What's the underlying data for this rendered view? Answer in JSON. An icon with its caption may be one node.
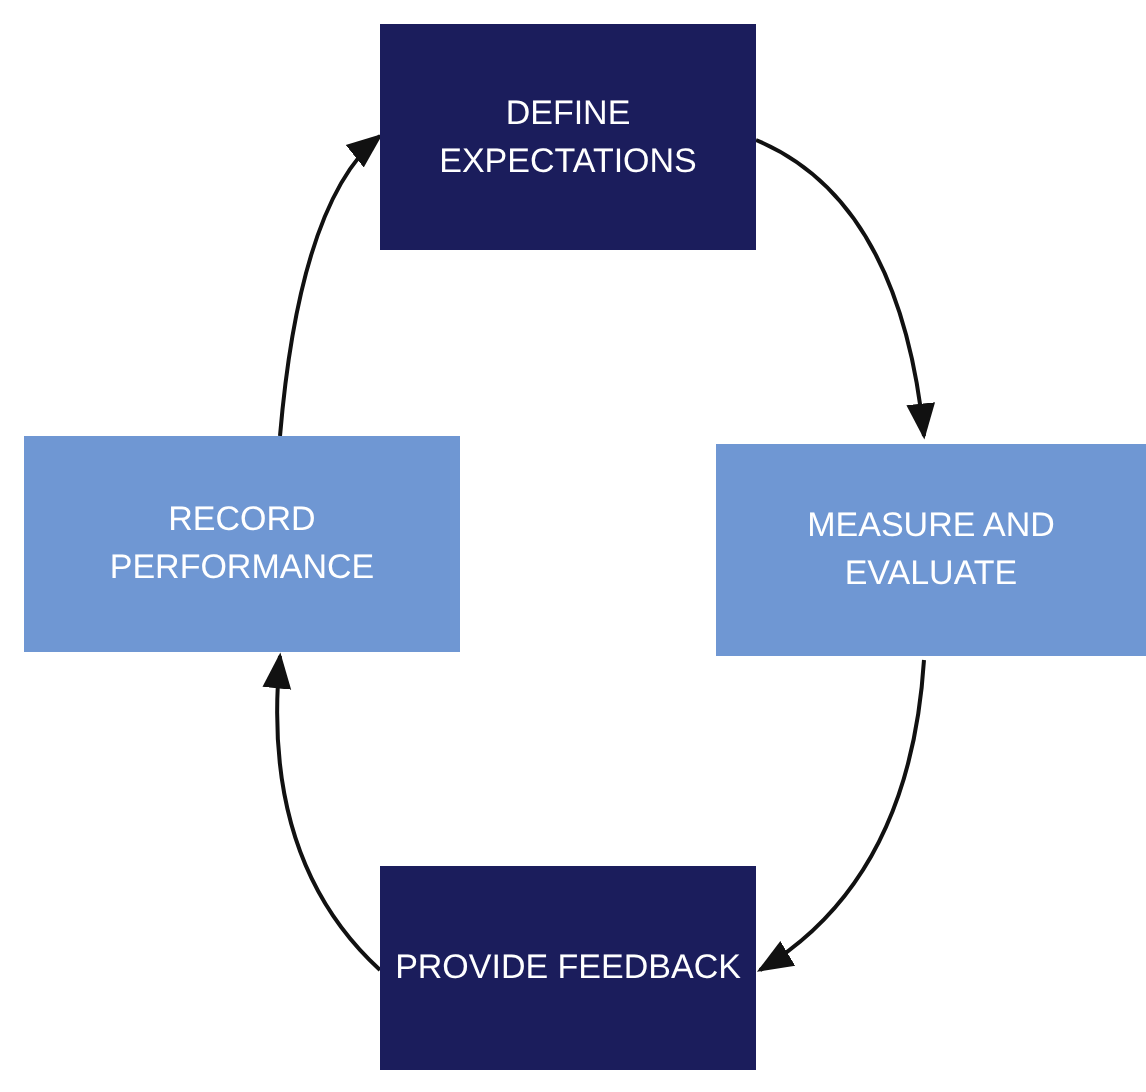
{
  "diagram": {
    "nodes": [
      {
        "text": [
          "DEFINE EXPECTATIONS"
        ]
      },
      {
        "text": [
          "MEASURE AND EVALUATE"
        ]
      },
      {
        "text": [
          "PROVIDE FEEDBACK"
        ]
      },
      {
        "text": [
          "RECORD PERFORMANCE"
        ]
      }
    ],
    "edges": [
      {
        "from": 0,
        "to": 1,
        "arrow": "to"
      },
      {
        "from": 1,
        "to": 2,
        "arrow": "to"
      },
      {
        "from": 2,
        "to": 3,
        "arrow": "to"
      },
      {
        "from": 3,
        "to": 0,
        "arrow": "to"
      }
    ]
  }
}
